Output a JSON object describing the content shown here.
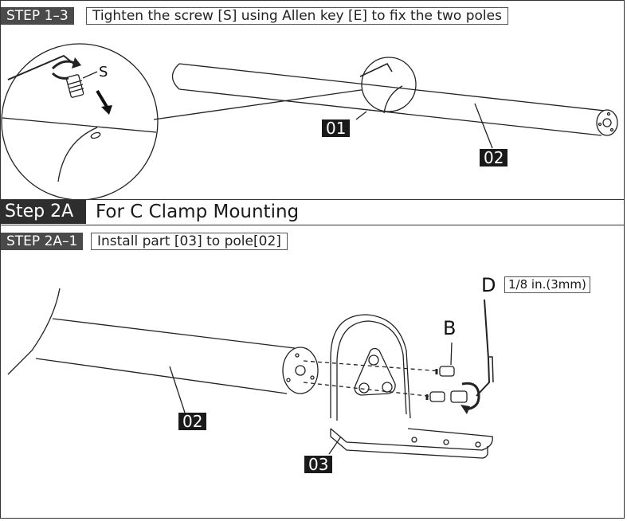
{
  "step1": {
    "code": "STEP 1–3",
    "instruction": "Tighten the screw [S] using Allen key [E] to fix the two poles",
    "screw_label": "S",
    "part_01": "01",
    "part_02": "02"
  },
  "section": {
    "code": "Step 2A",
    "title": "For C Clamp Mounting"
  },
  "step2": {
    "code": "STEP 2A–1",
    "instruction": "Install part [03] to pole[02]",
    "screw_label": "B",
    "key_label": "D",
    "key_size": "1/8 in.(3mm)",
    "part_02": "02",
    "part_03": "03"
  },
  "icons": [
    "rotation-arrow-icon",
    "down-arrow-icon",
    "allen-key-icon"
  ]
}
